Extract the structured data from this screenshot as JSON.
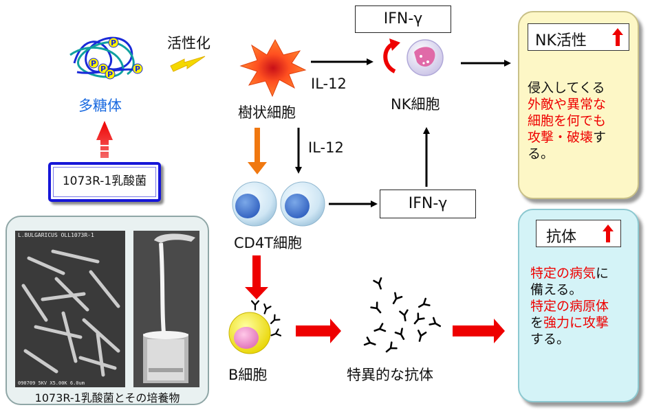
{
  "labels": {
    "polysaccharide": "多糖体",
    "activation": "活性化",
    "dendritic_cell": "樹状細胞",
    "il12_a": "IL-12",
    "il12_b": "IL-12",
    "nk_cell": "NK細胞",
    "cd4t_cell": "CD4T細胞",
    "b_cell": "B細胞",
    "antibody": "特異的な抗体",
    "strain": "1073R-1乳酸菌",
    "photo_caption": "1073R-1乳酸菌とその培養物",
    "ifn_top": "IFN-γ",
    "ifn_mid": "IFN-γ"
  },
  "micrograph": {
    "title": "L.BULGARICUS OLL1073R-1",
    "footer": "090709   5KV  X5.00K  6.0um"
  },
  "nk_panel": {
    "title": "NK活性",
    "lines": [
      [
        {
          "t": "侵入してくる",
          "red": false
        }
      ],
      [
        {
          "t": "外敵や異常な",
          "red": true
        }
      ],
      [
        {
          "t": "細胞を何でも",
          "red": true
        }
      ],
      [
        {
          "t": "攻撃・破壊",
          "red": true
        },
        {
          "t": "す",
          "red": false
        }
      ],
      [
        {
          "t": "る。",
          "red": false
        }
      ]
    ]
  },
  "ab_panel": {
    "title": "抗体",
    "lines": [
      [
        {
          "t": "特定の病気",
          "red": true
        },
        {
          "t": "に",
          "red": false
        }
      ],
      [
        {
          "t": "備える。",
          "red": false
        }
      ],
      [
        {
          "t": "特定の病原体",
          "red": true
        }
      ],
      [
        {
          "t": "を",
          "red": false
        },
        {
          "t": "強力に攻撃",
          "red": true
        }
      ],
      [
        {
          "t": "する。",
          "red": false
        }
      ]
    ]
  },
  "colors": {
    "red": "#ee0000",
    "orange": "#f07810",
    "nk_panel_bg": "#fdf7c6",
    "ab_panel_bg": "#d4f3f7",
    "strain_border": "#1616d8",
    "photo_panel_bg": "#e9f1f1"
  }
}
